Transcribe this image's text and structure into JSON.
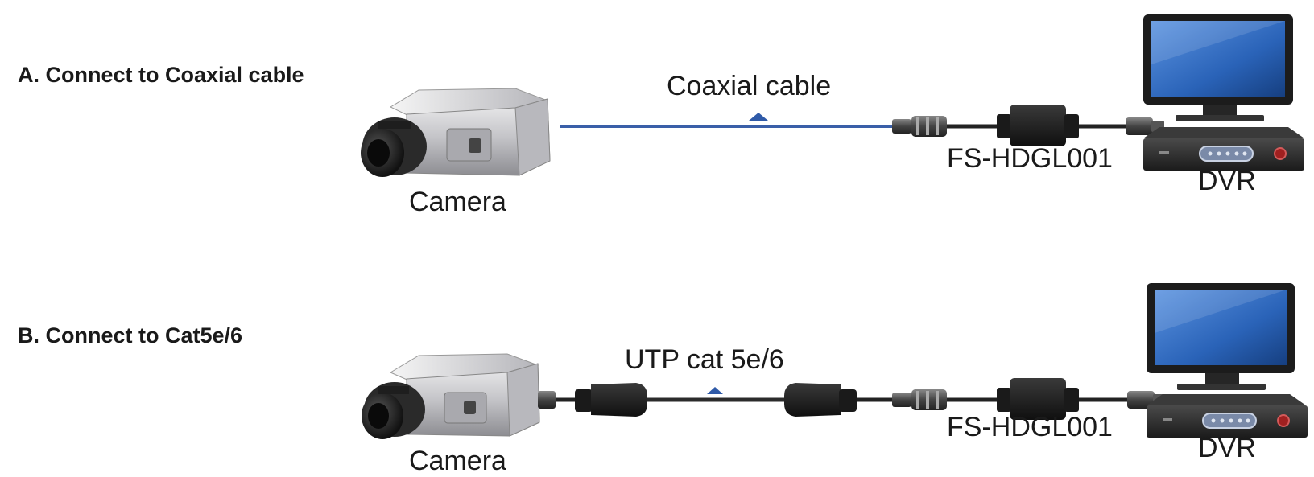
{
  "section_a": {
    "title": "A. Connect to Coaxial cable",
    "camera_label": "Camera",
    "cable_label": "Coaxial cable",
    "device_label": "FS-HDGL001",
    "dvr_label": "DVR"
  },
  "section_b": {
    "title": "B. Connect to Cat5e/6",
    "camera_label": "Camera",
    "cable_label": "UTP cat 5e/6",
    "device_label": "FS-HDGL001",
    "dvr_label": "DVR"
  },
  "colors": {
    "coax_cable": "#3a5fa8",
    "utp_cable": "#2b2b2b",
    "monitor_screen": "#2a63b8",
    "camera_body": "#c9c9cc"
  }
}
